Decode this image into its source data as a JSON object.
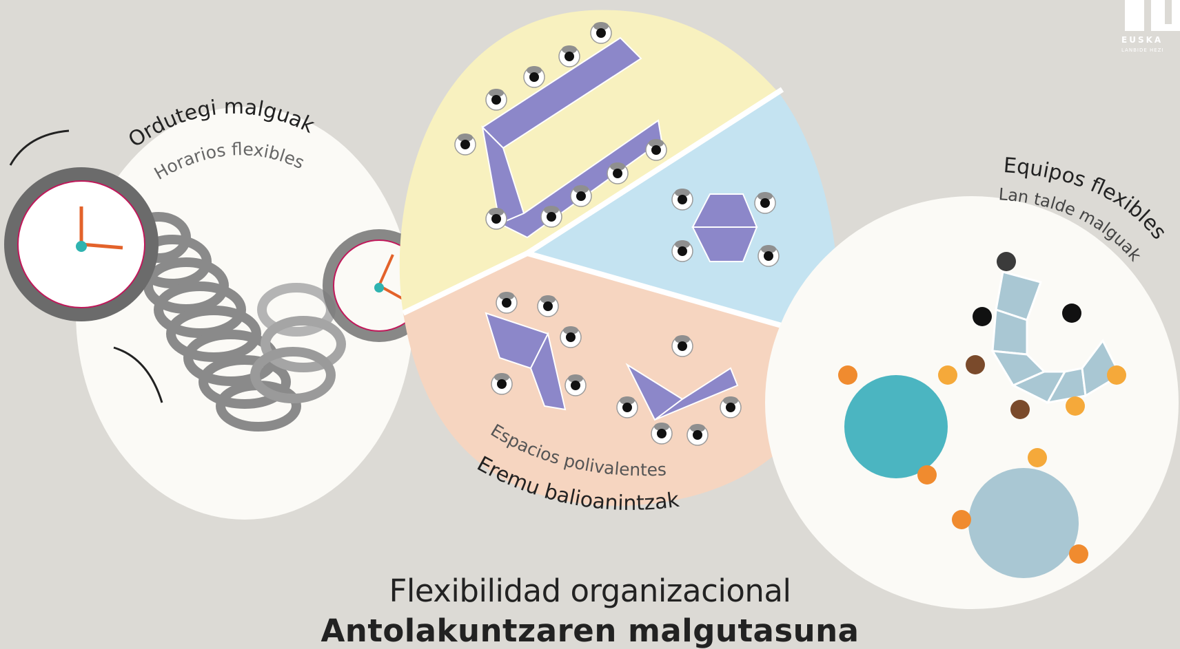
{
  "sections": {
    "schedules": {
      "title_eu": "Ordutegi malguak",
      "title_es": "Horarios flexibles"
    },
    "spaces": {
      "title_es": "Espacios polivalentes",
      "title_eu": "Eremu balioanintzak"
    },
    "teams": {
      "title_es": "Equipos flexibles",
      "title_eu": "Lan talde malguak"
    }
  },
  "caption": {
    "es": "Flexibilidad organizacional",
    "eu": "Antolakuntzaren malgutasuna"
  },
  "logo": {
    "word": "EUSKA",
    "sub": "LANBIDE HEZI"
  },
  "colors": {
    "background": "#dcdad5",
    "yellow_sector": "#f8f1bf",
    "blue_sector": "#c4e3f1",
    "peach_sector": "#f6d5c0",
    "table": "#8c87c9",
    "clock_hand": "#e3622a",
    "clock_center": "#2fb3b0",
    "clock_ring": "#6b6b6b"
  }
}
